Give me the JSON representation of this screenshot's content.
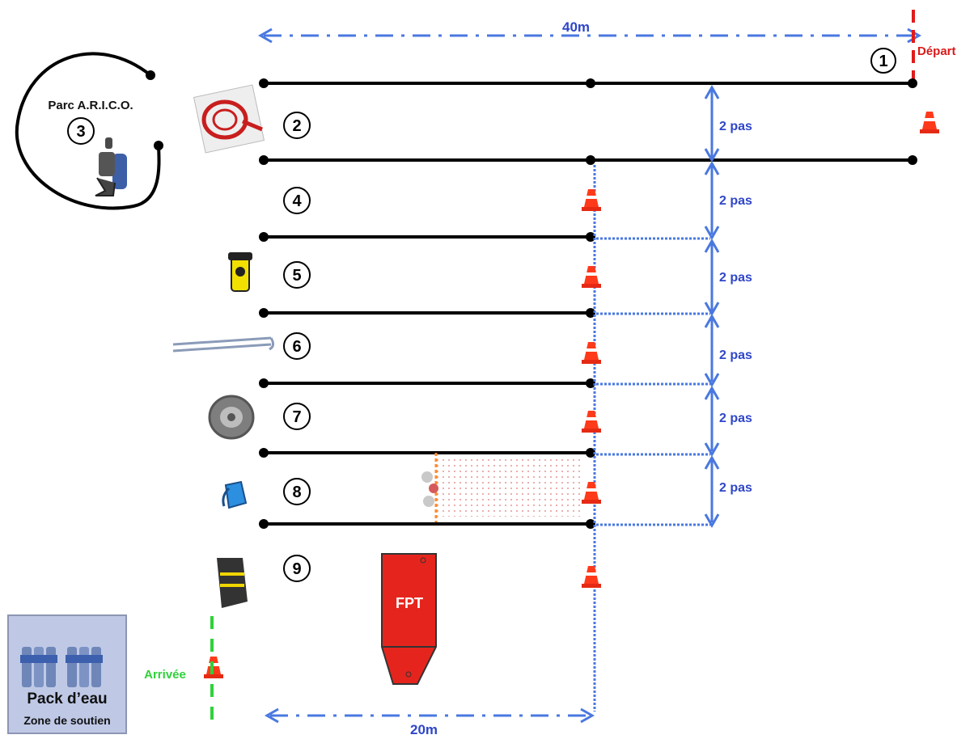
{
  "distances": {
    "top": "40m",
    "bottom": "20m",
    "step": "2 pas"
  },
  "start_label": "Départ",
  "finish_label": "Arrivée",
  "park": {
    "title": "Parc A.R.I.C.O.",
    "number": "3"
  },
  "stations": [
    {
      "n": "1"
    },
    {
      "n": "2"
    },
    {
      "n": "4"
    },
    {
      "n": "5"
    },
    {
      "n": "6"
    },
    {
      "n": "7"
    },
    {
      "n": "8"
    },
    {
      "n": "9"
    }
  ],
  "vehicle_label": "FPT",
  "support_zone": {
    "line1": "Pack d’eau",
    "line2": "Zone de soutien"
  },
  "colors": {
    "line": "#000000",
    "dim": "#4a78e0",
    "start": "#e01b1b",
    "finish": "#2fd13a",
    "vehicle": "#e5251d",
    "cone": "#ff3a1a"
  }
}
